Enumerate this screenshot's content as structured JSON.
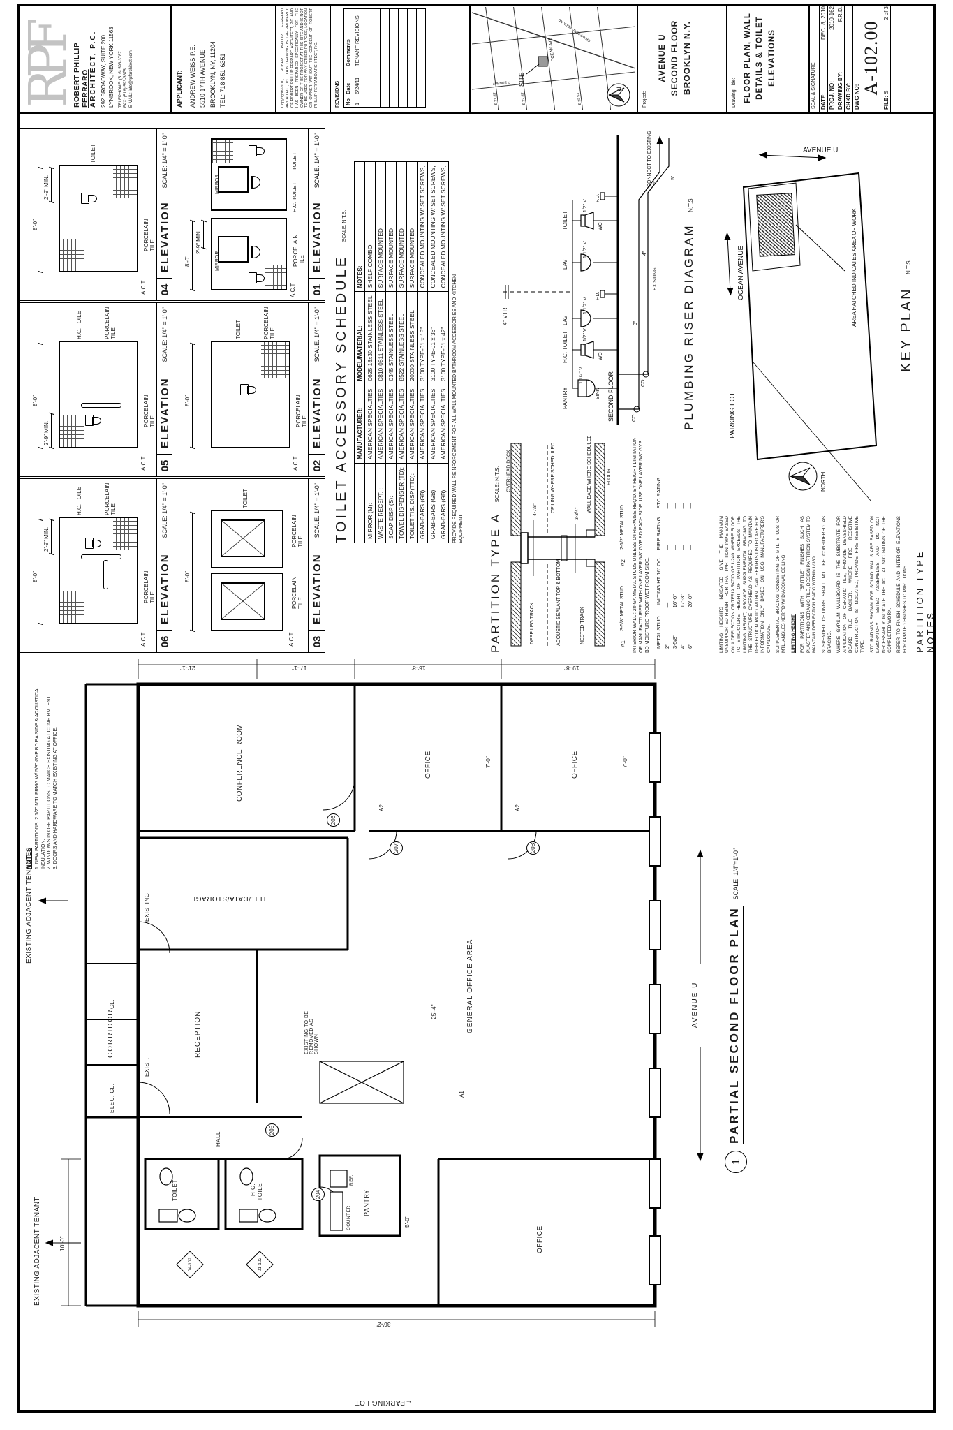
{
  "titleblock": {
    "architect": {
      "logo": "RPF",
      "name": "ROBERT PHILLIP FERRARO",
      "title": "ARCHITECT,  P.C.",
      "addr1": "292 BROADWAY, SUITE 200",
      "addr2": "LYNBROOK, NEW YORK 11563",
      "phone": "TELEPHONE: (516) 593-3787",
      "fax": "FAX: (516) 593-3675",
      "email": "E-MAIL: info@rpfarchitect.com"
    },
    "applicant": {
      "heading": "APPLICANT:",
      "line1": "ANDREW WEISS P.E.",
      "line2": "5510 17TH AVENUE",
      "line3": "BROOKLYN, NY, 11204",
      "line4": "TEL: 718-851-6351"
    },
    "copyright": "Copyright©2010, ROBERT PHILLIP FERRARO ARCHITECT, P.C.  THIS DRAWING IS THE PROPERTY OF ROBERT PHILLIP FERRARO ARCHITECT, P.C. AND HAS BEEN PREPARED SPECIFICALLY FOR THE OWNER OF THIS PROJECT AT THIS SITE AND IS NOT TO BE USED FOR ANY OTHER PURPOSE, LOCATION OR OWNER WITHOUT THE CONSENT OF ROBERT PHILLIP FERRARO ARCHITECT, P.C.",
    "revisions": {
      "title": "REVISIONS",
      "headers": [
        "No",
        "Date",
        "Comments"
      ],
      "row1": [
        "1",
        "6/24/11",
        "TENANT REVISIONS"
      ]
    },
    "sitemap": {
      "site_label": "SITE",
      "street1": "OCEAN AVE",
      "street2": "AVENUE U",
      "street3": "E 21 ST",
      "street4": "E 22 ST",
      "street5": "E 23 ST",
      "street6": "GRAVESEND NECK RD",
      "north": "N"
    },
    "project": {
      "label": "Project:",
      "line1": "AVENUE U",
      "line2": "SECOND FLOOR",
      "line3": "BROOKLYN N.Y."
    },
    "drawing_title": {
      "label": "Drawing Title:",
      "line1": "FLOOR PLAN, WALL",
      "line2": "DETAILS & TOILET",
      "line3": "ELEVATIONS"
    },
    "info": {
      "seal": "SEAL & SIGNATURE",
      "date_label": "DATE:",
      "date": "DEC. 8, 2010",
      "proj_label": "PROJ. NO:",
      "proj": "2010-162",
      "drawnby_label": "DRAWING BY:",
      "drawnby": "F.R.D.",
      "chkd_label": "CHKD BY:",
      "dwg_label": "DWG NO:",
      "dwg_no": "A-102.00",
      "file_label": "FILE:",
      "file": "S",
      "sheet": "2 of 3"
    }
  },
  "elevations": {
    "scale": "SCALE: 1/4\" = 1'-0\"",
    "name": "ELEVATION",
    "panels": [
      {
        "num": "06",
        "room": "H.C. TOILET",
        "act": "A.C.T.",
        "tile": "PORCELAIN\nTILE",
        "tile2": "PORCELAIN\nTILE",
        "dim": "8'-0\"",
        "dim2": "2'-9\"",
        "min": "MIN."
      },
      {
        "num": "05",
        "room": "H.C. TOILET",
        "act": "A.C.T.",
        "tile": "PORCELAIN\nTILE",
        "tile2": "PORCELAIN\nTILE",
        "dim": "8'-0\"",
        "dim2": "2'-9\"",
        "min": "MIN."
      },
      {
        "num": "04",
        "room": "TOILET",
        "act": "A.C.T.",
        "tile": "PORCELAIN\nTILE",
        "tile2": "",
        "dim": "8'-0\"",
        "dim2": "2'-9\"",
        "min": "MIN."
      },
      {
        "num": "03",
        "room": "TOILET",
        "act": "A.C.T.",
        "tile": "PORCELAIN\nTILE",
        "tile2": "PORCELAIN\nTILE",
        "dim": "8'-0\""
      },
      {
        "num": "02",
        "room": "TOILET",
        "act": "A.C.T.",
        "tile": "PORCELAIN\nTILE",
        "tile2": "PORCELAIN\nTILE",
        "dim": "8'-0\""
      },
      {
        "num": "01",
        "room": "H.C. TOILET",
        "room2": "TOILET",
        "act": "A.C.T.",
        "tile": "PORCELAIN\nTILE",
        "mirror": "MIRROR",
        "mirror2": "MIRROR",
        "dim": "8'-0\"",
        "dim2": "2'-9\"",
        "min": "MIN."
      }
    ]
  },
  "schedule": {
    "title": "TOILET  ACCESSORY  SCHEDULE",
    "scale": "SCALE: N.T.S.",
    "headers": [
      "",
      "MANUFACTURER:",
      "MODEL/MATERIAL:",
      "NOTES:"
    ],
    "rows": [
      [
        "MIRROR (M):",
        "AMERICAN SPECIALTIES",
        "0625   18x30 STAINLESS STEEL",
        "SHELF COMBO"
      ],
      [
        "WASTE RECEPT. :",
        "AMERICAN SPECIALTIES",
        "0810-0811 STAINLESS STEEL",
        "SURFACE MOUNTED"
      ],
      [
        "SOAP DISP (S):",
        "AMERICAN SPECIALTIES",
        "0345 STAINLESS STEEL",
        "SURFACE MOUNTED"
      ],
      [
        "TOWEL DISPENSER (TD):",
        "AMERICAN SPECIALTIES",
        "8522 STAINLESS STEEL",
        "SURFACE MOUNTED"
      ],
      [
        "TOILET TIS. DISP(TTD):",
        "AMERICAN SPECIALTIES",
        "20030 STAINLESS STEEL",
        "SURFACE MOUNTED"
      ],
      [
        "GRAB-BARS (GB):",
        "AMERICAN SPECIALTIES",
        "3100 TYPE-01 x 18\"",
        "CONCEALED MOUNTING W/ SET SCREWS,"
      ],
      [
        "GRAB-BARS (GB):",
        "AMERICAN SPECIALTIES",
        "3100 TYPE-01 x 36\"",
        "CONCEALED MOUNTING W/ SET SCREWS,"
      ],
      [
        "GRAB-BARS (GB):",
        "AMERICAN SPECIALTIES",
        "3100 TYPE-01 x 42\"",
        "CONCEALED MOUNTING W/ SET SCREWS,"
      ]
    ],
    "note": "PROVIDE REQUIRED WALL REINFORCEMENT FOR ALL WALL MOUNTED BATHROOM ACCESSORIES AND KITCHEN EQUIPMENT"
  },
  "partition": {
    "title": "PARTITION  TYPE  A",
    "scale": "SCALE: N.T.S.",
    "deep": "DEEP LEG TRACK",
    "deck": "OVERHEAD DECK",
    "sealant": "ACOUSTIC SEALANT TOP & BOTTOM",
    "ceiling": "CEILING WHERE SCHEDULED",
    "nested": "NESTED TRACK",
    "dim1": "4-7/8\"",
    "dim2": "3-3/4\"",
    "base": "WALL BASE WHERE SCHEDULED",
    "floor": "FLOOR",
    "a1": "A1",
    "a1t": "3-5/8\" METAL STUD",
    "a2": "A2",
    "a2t": "2-1/2\" METAL STUD",
    "interior_note": "INTERIOR WALL :  20 GA METAL STUDS UNLESS OTHERWISE REQ'D. BY HEIGHT LIMITATION OF MANUFACTURER WITH ONE LAYER 5/8\" GYP BD  EACH SIDE. USE ONE LAYER 5/8\" GYP BD  MOISTURE PROOF WET ROOM SIDE.",
    "stud_table": {
      "h1": "METAL STUD",
      "h2": "LIMITING HT 16\" OC",
      "h3": "FIRE RATING",
      "h4": "STC RATING",
      "rows": [
        [
          "2\"",
          "—",
          "—",
          "—"
        ],
        [
          "3-5/8\"",
          "16'-0\"",
          "—",
          "—"
        ],
        [
          "4\"",
          "17'-3\"",
          "—",
          "—"
        ],
        [
          "6\"",
          "20'-0\"",
          "—",
          "—"
        ]
      ]
    }
  },
  "partition_notes": {
    "title": "PARTITION  TYPE  NOTES",
    "heading": "LIMITING HEIGHT",
    "items": [
      "LIMITING HEIGHTS INDICATED GIVE THE MAXIMUM UNSUPPORTED HEIGHT FOR THAT PARTITION TYPE BASED ON A DEFLECTION CRITERIA RATIO OF L/240. WHERE FLOOR TO STRUCTURE HEIGHT OF PARTITION EXCEEDS THE LIMITING HEIGHT, PROVIDE SUPPLEMENTAL BRACING TO THE STRUCTURE OVERHEAD AS REQUIRED TO MAINTAIN DEFLECTION RATIO WITHIN L/240. HEIGHTS LISTED ARE FOR INFORMATION ONLY BASED ON USG MANUFACTURER'S CATALOGUE.",
      "SUPPLEMENTAL BRACING CONSISTING OF MTL. STUDS OR MTL. ANGLES KERF'D W/ DIAGONAL CEILING.",
      "FOR PARTITIONS WITH \"BRITTLE\" FINISHES SUCH AS PLASTER AND CERAMIC TILE, DESIGN PARTITION SYSTEM TO MAINTAIN DEFLECTION RATIO WITHIN L/360.",
      "SUSPENDED CEILINGS SHALL NOT BE CONSIDERED AS BRACING.",
      "WHERE GYPSUM WALLBOARD IS THE SUBSTRATE FOR APPLICATION OF CERAMIC TILE, PROVIDE DENSSHIELD BOARD TILE BACKER.  WHERE FIRE RESISTIVE CONSTRUCTION IS INDICATED, PROVIDE FIRE RESISTIVE TYPE.",
      "STC RATINGS SHOWN FOR SOUND WALLS ARE BASED ON LABORATORY TESTED ASSEMBLIES AND DO NOT NECESSARILY INDICATE THE ACTUAL STC RATING OF THE COMPLETED WORK.",
      "REFER TO FINISH SCHEDULE AND INTERIOR ELEVATIONS FOR APPLIED FINISHES TO PARTITIONS"
    ]
  },
  "riser": {
    "title": "PLUMBING  RISER  DIAGRAM",
    "scale": "N.T.S.",
    "second_floor": "SECOND FLOOR",
    "connect": "CONNECT TO EXISTING",
    "existing": "EXISTING",
    "pantry": "PANTRY",
    "sink": "SINK",
    "hc_toilet": "H.C. TOILET",
    "toilet": "TOILET",
    "wc": "WC",
    "lav": "LAV",
    "fd": "F.D.",
    "v": "1 1/2\" V",
    "vtr": "4\" VTR",
    "s5": "5\"",
    "s4": "4\"",
    "s3": "3\"",
    "co": "CO"
  },
  "keyplan": {
    "title": "KEY  PLAN",
    "scale": "N.T.S.",
    "ocean": "OCEAN AVENUE",
    "avenue": "AVENUE U",
    "parking": "PARKING LOT",
    "hatch_note": "AREA HATCHED INDICATES AREA OF WORK",
    "north": "NORTH"
  },
  "plan": {
    "title_num": "1",
    "title": "PARTIAL SECOND FLOOR PLAN",
    "title_scale": "SCALE: 1/4\"=1'-0\"",
    "notes_title": "NOTES",
    "notes": [
      "1.   NEW PARTITIONS: 2 1/2\" MTL FRMG W/ 5/8\" GYP BD EA SIDE & ACOUSTICAL INSULATION.",
      "2.   WINDOWS IN OFF. PARTITIONS TO MATCH EXISTING AT CONF. RM. ENT.",
      "3.   DOORS AND HARDWARE TO MATCH EXISTING AT OFFICE."
    ],
    "rooms": {
      "tenant1": "EXISTING ADJACENT TENANT",
      "tenant2": "EXISTING ADJACENT TENANT",
      "corridor": "CORRIDOR",
      "elec": "ELEC. CL.",
      "exist": "EXIST.",
      "existing": "EXISTING",
      "cl": "CL.",
      "reception": "RECEPTION",
      "teldata": "TEL./DATA/STORAGE",
      "conference": "CONFERENCE ROOM",
      "general": "GENERAL OFFICE AREA",
      "office1": "OFFICE",
      "office2": "OFFICE",
      "office3": "OFFICE",
      "pantry": "PANTRY",
      "counter": "COUNTER",
      "ref": "REF.",
      "toilet": "TOILET",
      "hctoilet": "H.C. TOILET",
      "hall": "HALL",
      "removed": "EXISTING TO BE REMOVED AS SHOWN.",
      "avenue": "AVENUE U",
      "parking": "PARKING LOT"
    },
    "dims": {
      "d1": "10'-0\"",
      "d2": "21'-1\"",
      "d3": "17'-1\"",
      "d4": "16'-8\"",
      "d5": "19'-8\"",
      "d6": "25'-4\"",
      "d7": "36'-2\"",
      "d8": "7'-0\"",
      "d9": "7'-0\"",
      "d10": "5'-0\""
    },
    "tags": {
      "door1": "204",
      "door2": "205",
      "door3": "206",
      "door4": "207",
      "door5": "208",
      "marker1": "04-102",
      "marker2": "01-102"
    }
  }
}
